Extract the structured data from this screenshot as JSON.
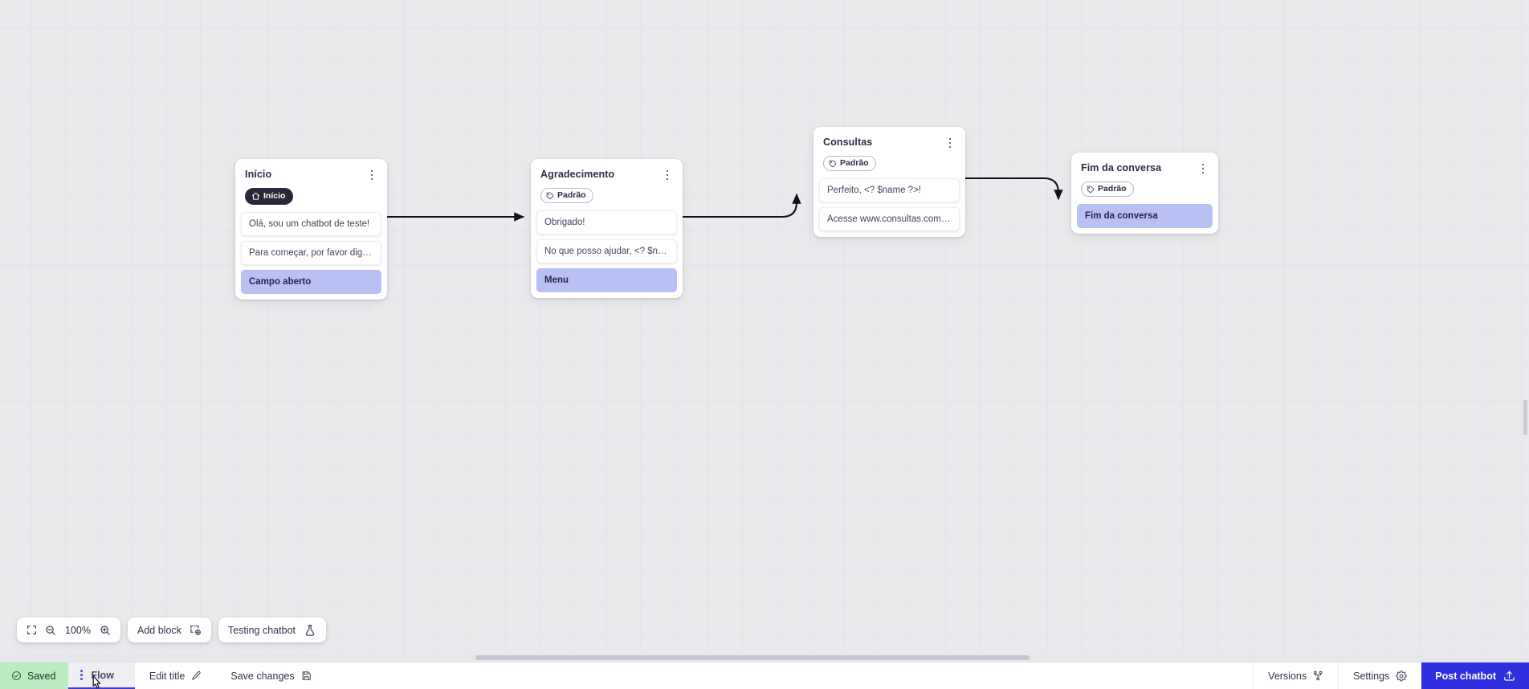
{
  "canvas": {
    "zoom_level": "100%",
    "add_block_label": "Add block",
    "testing_chatbot_label": "Testing chatbot",
    "icons": {
      "fit_screen": "fit-screen-icon",
      "zoom_out": "zoom-out-icon",
      "zoom_in": "zoom-in-icon",
      "add_block": "add-block-icon",
      "testing": "flask-icon"
    }
  },
  "blocks": [
    {
      "id": "inicio",
      "title": "Início",
      "tag": {
        "label": "Início",
        "type": "start"
      },
      "rows": [
        {
          "text": "Olá, sou um chatbot de teste!",
          "accent": false
        },
        {
          "text": "Para começar, por favor digite o ...",
          "accent": false
        },
        {
          "text": "Campo aberto",
          "accent": true
        }
      ]
    },
    {
      "id": "agradecimento",
      "title": "Agradecimento",
      "tag": {
        "label": "Padrão",
        "type": "default"
      },
      "rows": [
        {
          "text": "Obrigado!",
          "accent": false
        },
        {
          "text": "No que posso ajudar, <? $name ...",
          "accent": false
        },
        {
          "text": "Menu",
          "accent": true
        }
      ]
    },
    {
      "id": "consultas",
      "title": "Consultas",
      "tag": {
        "label": "Padrão",
        "type": "default"
      },
      "rows": [
        {
          "text": "Perfeito, <? $name ?>!",
          "accent": false
        },
        {
          "text": "Acesse www.consultas.com par...",
          "accent": false
        }
      ]
    },
    {
      "id": "fim-da-conversa",
      "title": "Fim da conversa",
      "tag": {
        "label": "Padrão",
        "type": "default"
      },
      "rows": [
        {
          "text": "Fim da conversa",
          "accent": true
        }
      ]
    }
  ],
  "bottombar": {
    "saved_label": "Saved",
    "flow_tab_label": "Flow",
    "edit_title_label": "Edit title",
    "save_changes_label": "Save changes",
    "versions_label": "Versions",
    "settings_label": "Settings",
    "post_label": "Post chatbot"
  },
  "colors": {
    "accent_row": "#b9c0f2",
    "post_button": "#2f2fdf",
    "saved_badge": "#b9ecc0",
    "tab_underline": "#3b3bd8",
    "canvas_bg": "#eaeaed"
  }
}
